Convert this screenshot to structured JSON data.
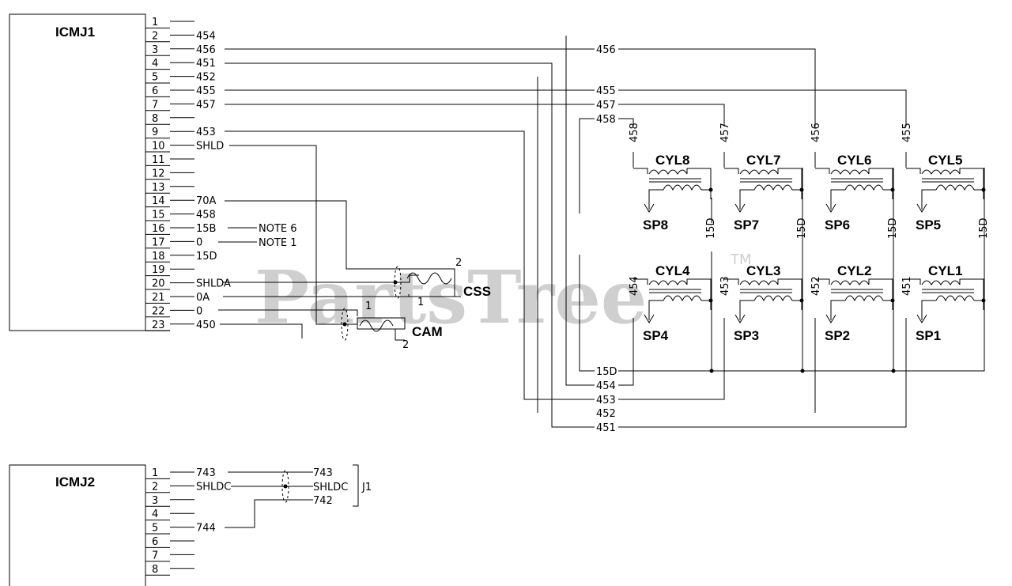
{
  "watermark": {
    "text": "PartsTree",
    "tm": "TM"
  },
  "icmj1": {
    "title": "ICMJ1",
    "pins": [
      {
        "num": "1",
        "wire": ""
      },
      {
        "num": "2",
        "wire": "454"
      },
      {
        "num": "3",
        "wire": "456"
      },
      {
        "num": "4",
        "wire": "451"
      },
      {
        "num": "5",
        "wire": "452"
      },
      {
        "num": "6",
        "wire": "455"
      },
      {
        "num": "7",
        "wire": "457"
      },
      {
        "num": "8",
        "wire": ""
      },
      {
        "num": "9",
        "wire": "453"
      },
      {
        "num": "10",
        "wire": "SHLD"
      },
      {
        "num": "11",
        "wire": ""
      },
      {
        "num": "12",
        "wire": ""
      },
      {
        "num": "13",
        "wire": ""
      },
      {
        "num": "14",
        "wire": "70A"
      },
      {
        "num": "15",
        "wire": "458"
      },
      {
        "num": "16",
        "wire": "15B"
      },
      {
        "num": "17",
        "wire": "0"
      },
      {
        "num": "18",
        "wire": "15D"
      },
      {
        "num": "19",
        "wire": ""
      },
      {
        "num": "20",
        "wire": "SHLDA"
      },
      {
        "num": "21",
        "wire": "0A"
      },
      {
        "num": "22",
        "wire": "0"
      },
      {
        "num": "23",
        "wire": "450"
      }
    ],
    "notes": [
      "NOTE 6",
      "NOTE 1"
    ]
  },
  "icmj2": {
    "title": "ICMJ2",
    "pins": [
      {
        "num": "1",
        "wire": "743"
      },
      {
        "num": "2",
        "wire": "SHLDC"
      },
      {
        "num": "3",
        "wire": ""
      },
      {
        "num": "4",
        "wire": ""
      },
      {
        "num": "5",
        "wire": "744"
      },
      {
        "num": "6",
        "wire": ""
      },
      {
        "num": "7",
        "wire": ""
      },
      {
        "num": "8",
        "wire": ""
      }
    ],
    "right_labels": [
      "743",
      "SHLDC",
      "742"
    ],
    "bracket_label": "J1"
  },
  "sensors": {
    "css": {
      "label": "CSS",
      "pin1": "1",
      "pin2": "2"
    },
    "cam": {
      "label": "CAM",
      "pin1": "1",
      "pin2": "2"
    }
  },
  "top_row": [
    {
      "cyl": "CYL8",
      "sp": "SP8",
      "wire": "458",
      "pwr": "15D"
    },
    {
      "cyl": "CYL7",
      "sp": "SP7",
      "wire": "457",
      "pwr": "15D"
    },
    {
      "cyl": "CYL6",
      "sp": "SP6",
      "wire": "456",
      "pwr": "15D"
    },
    {
      "cyl": "CYL5",
      "sp": "SP5",
      "wire": "455",
      "pwr": "15D"
    }
  ],
  "bottom_row": [
    {
      "cyl": "CYL4",
      "sp": "SP4",
      "wire": "454"
    },
    {
      "cyl": "CYL3",
      "sp": "SP3",
      "wire": "453"
    },
    {
      "cyl": "CYL2",
      "sp": "SP2",
      "wire": "452"
    },
    {
      "cyl": "CYL1",
      "sp": "SP1",
      "wire": "451"
    }
  ],
  "bus_labels": {
    "top": [
      "456",
      "455",
      "457",
      "458"
    ],
    "bottom": [
      "15D",
      "454",
      "453",
      "452",
      "451"
    ]
  }
}
